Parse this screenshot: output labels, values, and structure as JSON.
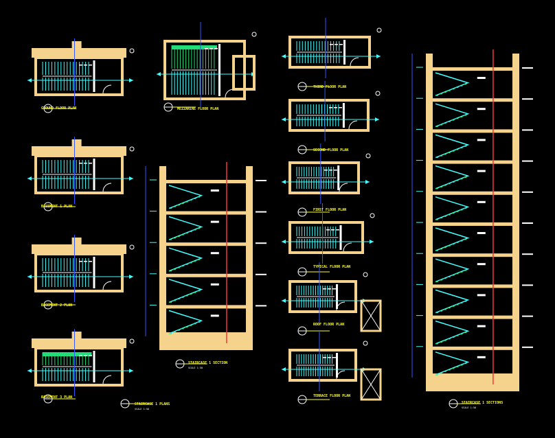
{
  "drawing": {
    "colors": {
      "background": "#000000",
      "wall": "#f5d38c",
      "stair_tread": "#22dd77",
      "dimension": "#3355ff",
      "railing": "#44ffff",
      "annotation": "#ffffff",
      "title": "#ffff33",
      "section_cut": "#ff3333"
    },
    "titles": {
      "plan_1": "GROUND FLOOR PLAN",
      "plan_2": "BASEMENT 1 PLAN",
      "plan_3": "BASEMENT 2 PLAN",
      "plan_4": "BASEMENT 3 PLAN",
      "plan_mid_top": "MEZZANINE FLOOR PLAN",
      "plans_main": "STAIRCASE 1 PLANS",
      "section_mid": "STAIRCASE 1 SECTION",
      "plan_r1": "THIRD FLOOR PLAN",
      "plan_r2": "SECOND FLOOR PLAN",
      "plan_r3": "FIRST FLOOR PLAN",
      "plan_r4": "TYPICAL FLOOR PLAN",
      "plan_r5": "ROOF FLOOR PLAN",
      "plan_r6": "TERRACE FLOOR PLAN",
      "section_right": "STAIRCASE 1 SECTIONS"
    },
    "scale_text": "SCALE 1:50"
  }
}
